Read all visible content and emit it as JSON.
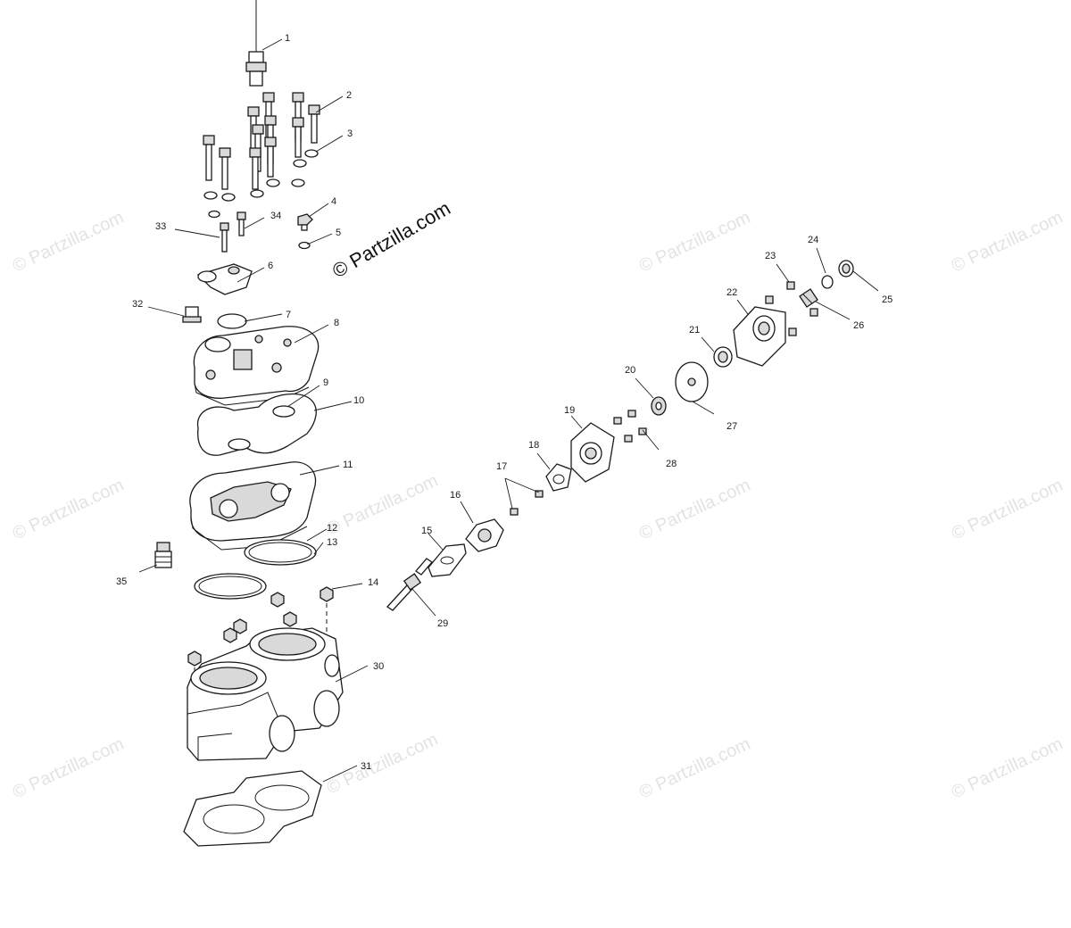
{
  "watermark": {
    "main": "© Partzilla.com",
    "repeat": "© Partzilla.com"
  },
  "parts": {
    "p1": "1",
    "p2": "2",
    "p3": "3",
    "p4": "4",
    "p5": "5",
    "p6": "6",
    "p7": "7",
    "p8": "8",
    "p9": "9",
    "p10": "10",
    "p11": "11",
    "p12": "12",
    "p13": "13",
    "p14": "14",
    "p15": "15",
    "p16": "16",
    "p17": "17",
    "p18": "18",
    "p19": "19",
    "p20": "20",
    "p21": "21",
    "p22": "22",
    "p23": "23",
    "p24": "24",
    "p25": "25",
    "p26": "26",
    "p27": "27",
    "p28": "28",
    "p29": "29",
    "p30": "30",
    "p31": "31",
    "p32": "32",
    "p33": "33",
    "p34": "34",
    "p35": "35"
  }
}
